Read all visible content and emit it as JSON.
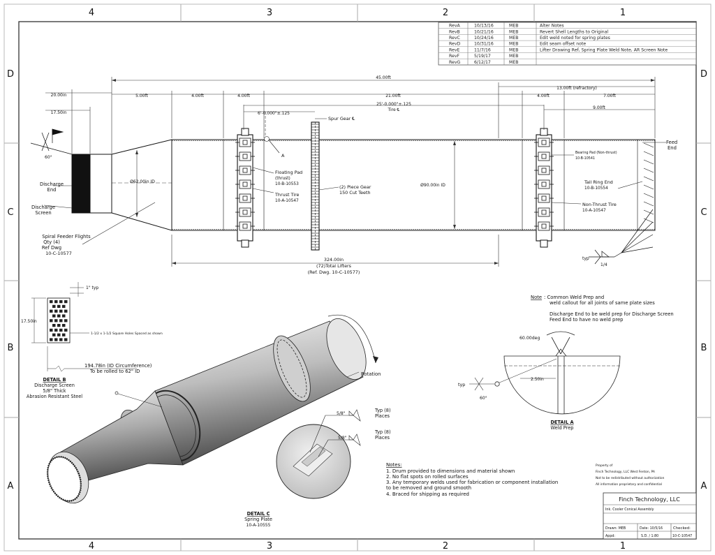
{
  "zones": {
    "cols": [
      "4",
      "3",
      "2",
      "1"
    ],
    "rows": [
      "D",
      "C",
      "B",
      "A"
    ]
  },
  "revisions": [
    {
      "rev": "RevA",
      "date": "10/13/16",
      "by": "MEB",
      "desc": "Alter Notes"
    },
    {
      "rev": "RevB",
      "date": "10/21/16",
      "by": "MEB",
      "desc": "Revert Shell Lengths to Original"
    },
    {
      "rev": "RevC",
      "date": "10/24/16",
      "by": "MEB",
      "desc": "Edit weld noted for spring plates"
    },
    {
      "rev": "RevD",
      "date": "10/31/16",
      "by": "MEB",
      "desc": "Edit seam offset note"
    },
    {
      "rev": "RevE",
      "date": "11/7/16",
      "by": "MEB",
      "desc": "Lifter Drawing Ref, Spring Plate Weld Note, AR Screen Note"
    },
    {
      "rev": "RevF",
      "date": "5/19/17",
      "by": "MEB",
      "desc": ""
    },
    {
      "rev": "RevG",
      "date": "6/12/17",
      "by": "MEB",
      "desc": ""
    }
  ],
  "dims": {
    "overall": "45.00ft",
    "refractory": "13.00ft (refractory)",
    "d20": "20.00in",
    "d17": "17.50in",
    "d5": "5.00ft",
    "d4a": "4.00ft",
    "d4b": "4.00ft",
    "d21": "21.00ft",
    "d4c": "4.00ft",
    "d7": "7.00ft",
    "d9": "9.00ft",
    "tire1": "6'-0.000\"±.125",
    "tire2": "25'-0.000\"±.125",
    "tire_cl": "Tire ℄",
    "spur": "Spur Gear ℄",
    "dia62": "Ø62.00in ID",
    "dia90": "Ø90.00in ID",
    "lifters1": "324.00in",
    "lifters2": "(72)Total Lifters",
    "lifters3": "(Ref. Dwg. 10-C-10577)",
    "angle": "60°",
    "typ": "typ",
    "quarter": "1/4"
  },
  "callouts": {
    "a": "A",
    "floating": "Floating Pad",
    "floating2": "(thrust)",
    "floating3": "10-B-10553",
    "thrust_tire": "Thrust Tire",
    "thrust_tire2": "10-A-10547",
    "piece_gear": "(2) Piece Gear",
    "piece_gear2": "150 Cut Teeth",
    "bearing_pad": "Bearing Pad (Non-thrust)",
    "bearing_pad2": "10-B-10541",
    "tail_ring": "Tail Ring End",
    "tail_ring2": "10-B-10554",
    "nonthrust": "Non-Thrust Tire",
    "nonthrust2": "10-A-10547",
    "feed_end": "Feed",
    "feed_end2": "End",
    "discharge_end": "Discharge",
    "discharge_end2": "End",
    "discharge_screen": "Discharge",
    "discharge_screen2": "Screen",
    "spiral1": "Spiral Feeder Flights",
    "spiral2": "Qty (4)",
    "spiral3": "Ref Dwg",
    "spiral4": "10-C-10577"
  },
  "detail_b": {
    "typ": "1\" typ",
    "height": "17.50in",
    "holes": "1-1/2 x 1-1/2 Square Holes Spaced as shown",
    "circ": "194.78in (ID Circumference)",
    "circ2": "To be rolled to 62\" ID",
    "title": "DETAIL B",
    "sub1": "Discharge Screen",
    "sub2": "5/8\" Thick",
    "sub3": "Abrasion Resistant Steel"
  },
  "iso": {
    "rotation": "Rotation"
  },
  "detail_c": {
    "title": "DETAIL C",
    "sub1": "Spring Plate",
    "sub2": "10-A-10555",
    "w1": "5/8\"",
    "w2": "5/8\"",
    "typ1": "Typ (8)",
    "typ1b": "Places",
    "typ2": "Typ (8)",
    "typ2b": "Places"
  },
  "note_weld": {
    "label": "Note",
    "l1": ": Common Weld Prep and",
    "l2": "weld callout for all joints of same plate sizes",
    "l3": "Discharge End to be weld prep for Discharge Screen",
    "l4": "Feed End to have no weld prep"
  },
  "detail_a": {
    "angle": "60.00deg",
    "dim": "2.50in",
    "typ": "typ",
    "angle2": "60°",
    "title": "DETAIL A",
    "sub": "Weld Prep"
  },
  "notes": {
    "title": "Notes:",
    "items": [
      "1. Drum provided to dimensions and material shown",
      "2. No flat spots on rolled surfaces",
      "3. Any temporary welds used for fabrication or component installation",
      "    to be removed and ground smooth",
      "4. Braced for shipping as required"
    ]
  },
  "property": {
    "l1": "Property of",
    "l2": "Finch Technology, LLC West Fenton, PA",
    "l3": "Not to be redistributed without authorization",
    "l4": "All information proprietary and confidential"
  },
  "title_block": {
    "company": "Finch Technology, LLC",
    "desc": "Ink. Cooler Conical Assembly",
    "drawn": "Drawn: MEB",
    "date": "Date: 10/5/16",
    "checked": "Checked:",
    "appd": "Appd:",
    "size": "S.D. / 1:80",
    "dwg": "10-C-10547"
  },
  "colors": {
    "line": "#111111",
    "rule": "#9a9a9a",
    "screen": "#111111"
  }
}
